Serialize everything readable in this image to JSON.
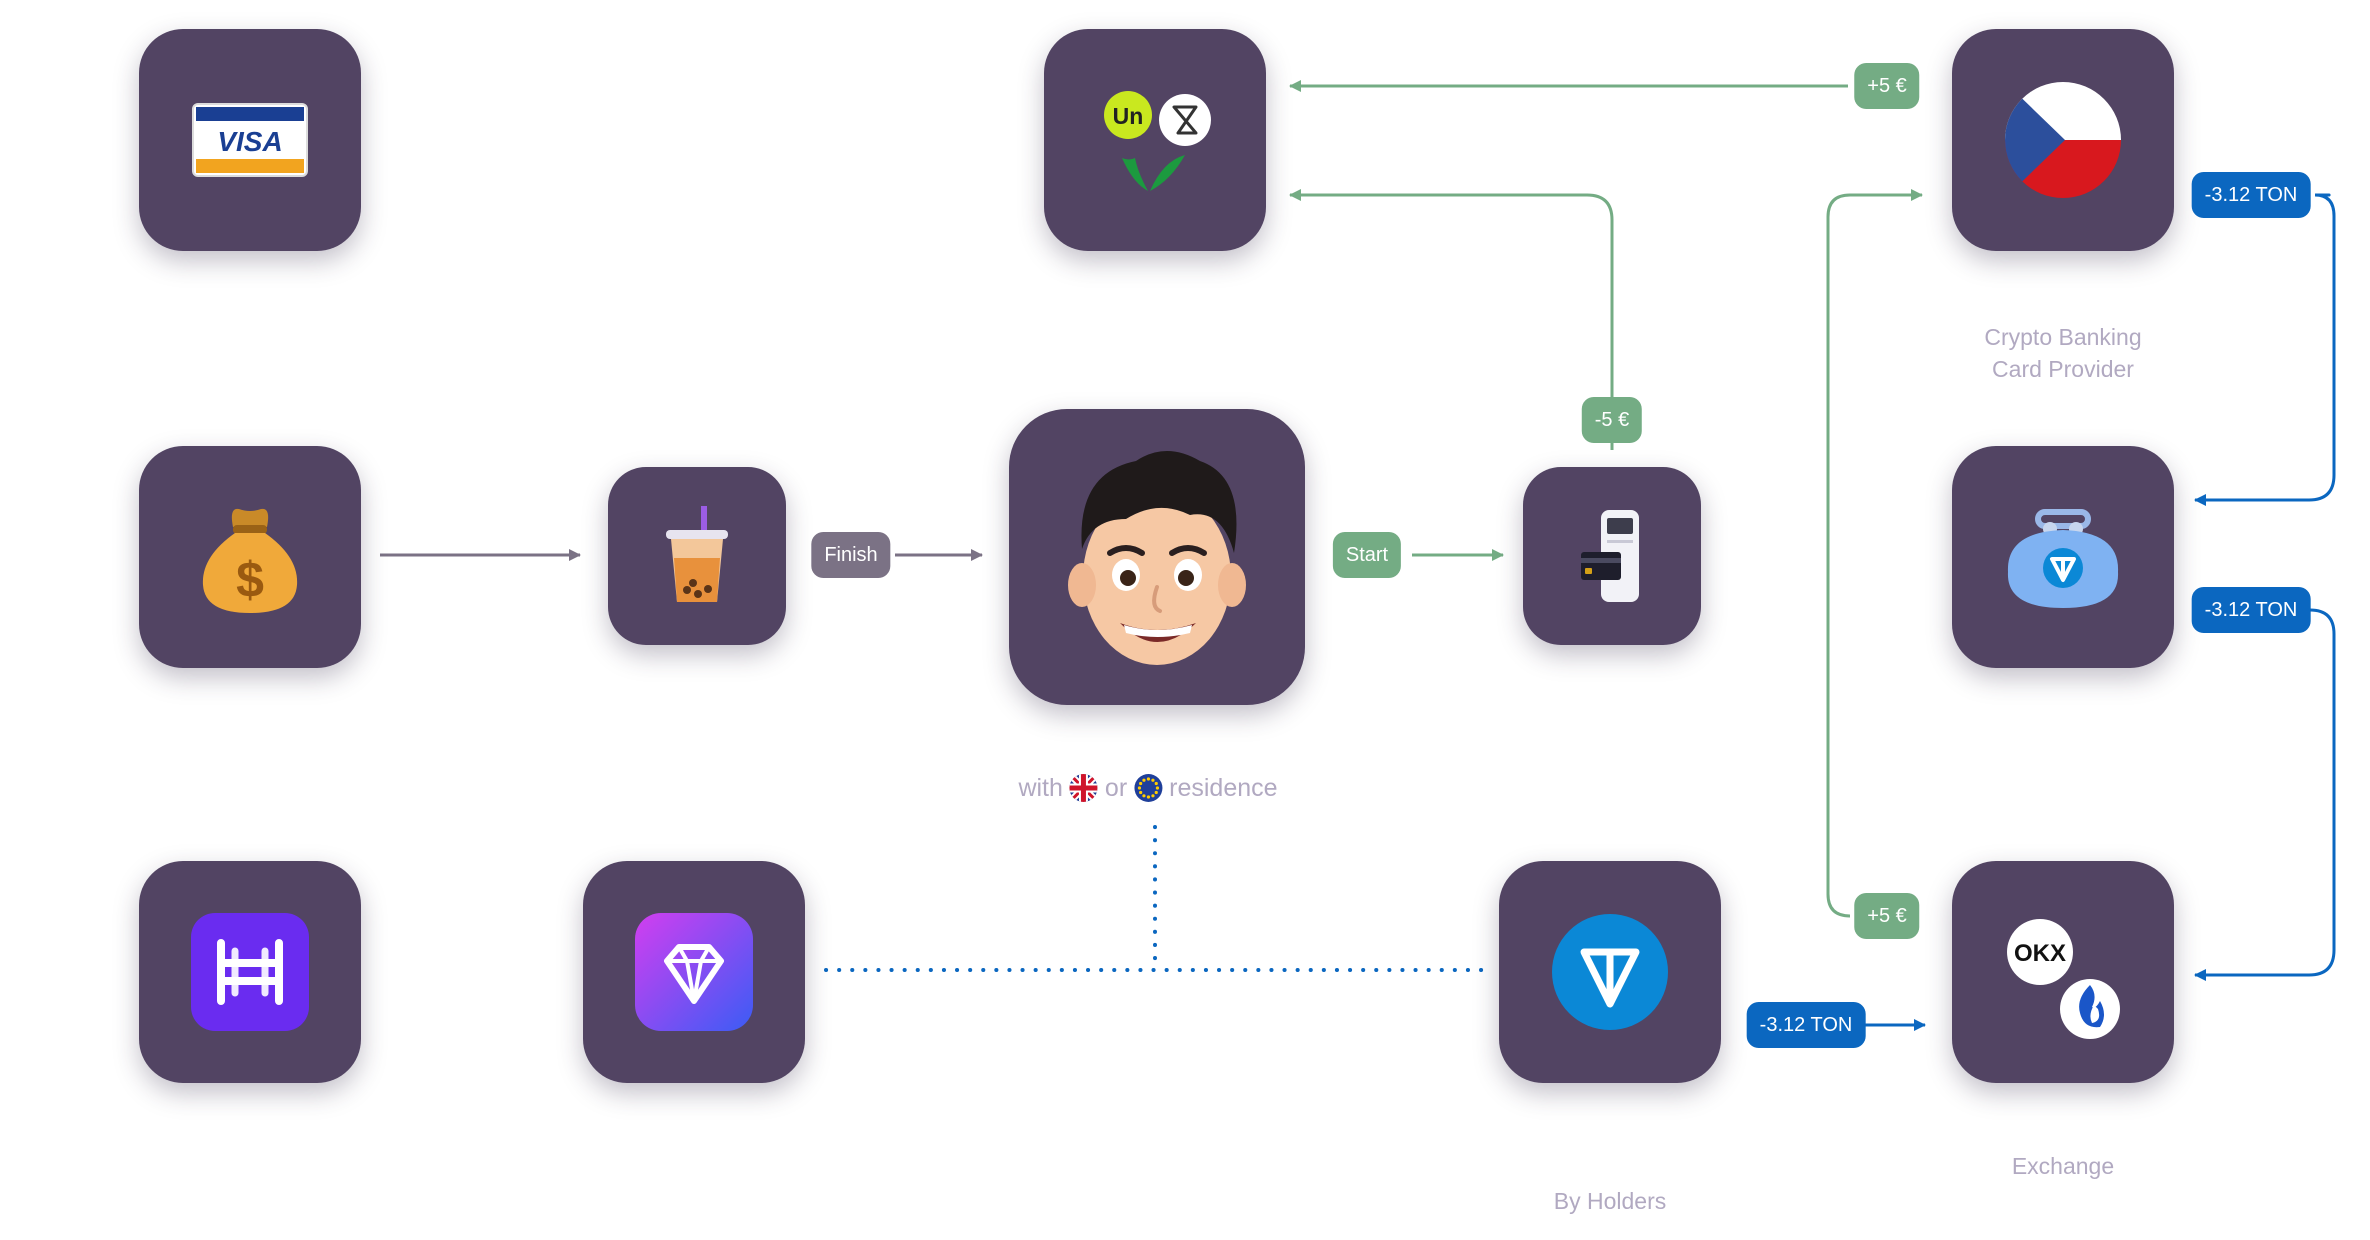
{
  "edge_labels": {
    "finish": "Finish",
    "start": "Start",
    "plus_5_eur_top": "+5 €",
    "minus_5_eur": "-5 €",
    "plus_5_eur_exchange": "+5 €",
    "ton_card_to_wallet": "-3.12 TON",
    "ton_wallet_to_exchange": "-3.12 TON",
    "ton_holders_to_exchange": "-3.12 TON"
  },
  "labels": {
    "crypto_banking": [
      "Crypto Banking",
      "Card Provider"
    ],
    "holders": "By Holders",
    "exchange": "Exchange"
  },
  "residence": {
    "prefix": "with",
    "conjunction": "or",
    "suffix": "residence"
  },
  "icons": {
    "visa_text": "VISA",
    "unlimit_text": "Un",
    "okx_text": "OKX"
  },
  "colors": {
    "node": "#524463",
    "green": "#74ac84",
    "blue": "#0b67c0",
    "grey": "#7b7285",
    "label": "#b1a9c1"
  }
}
